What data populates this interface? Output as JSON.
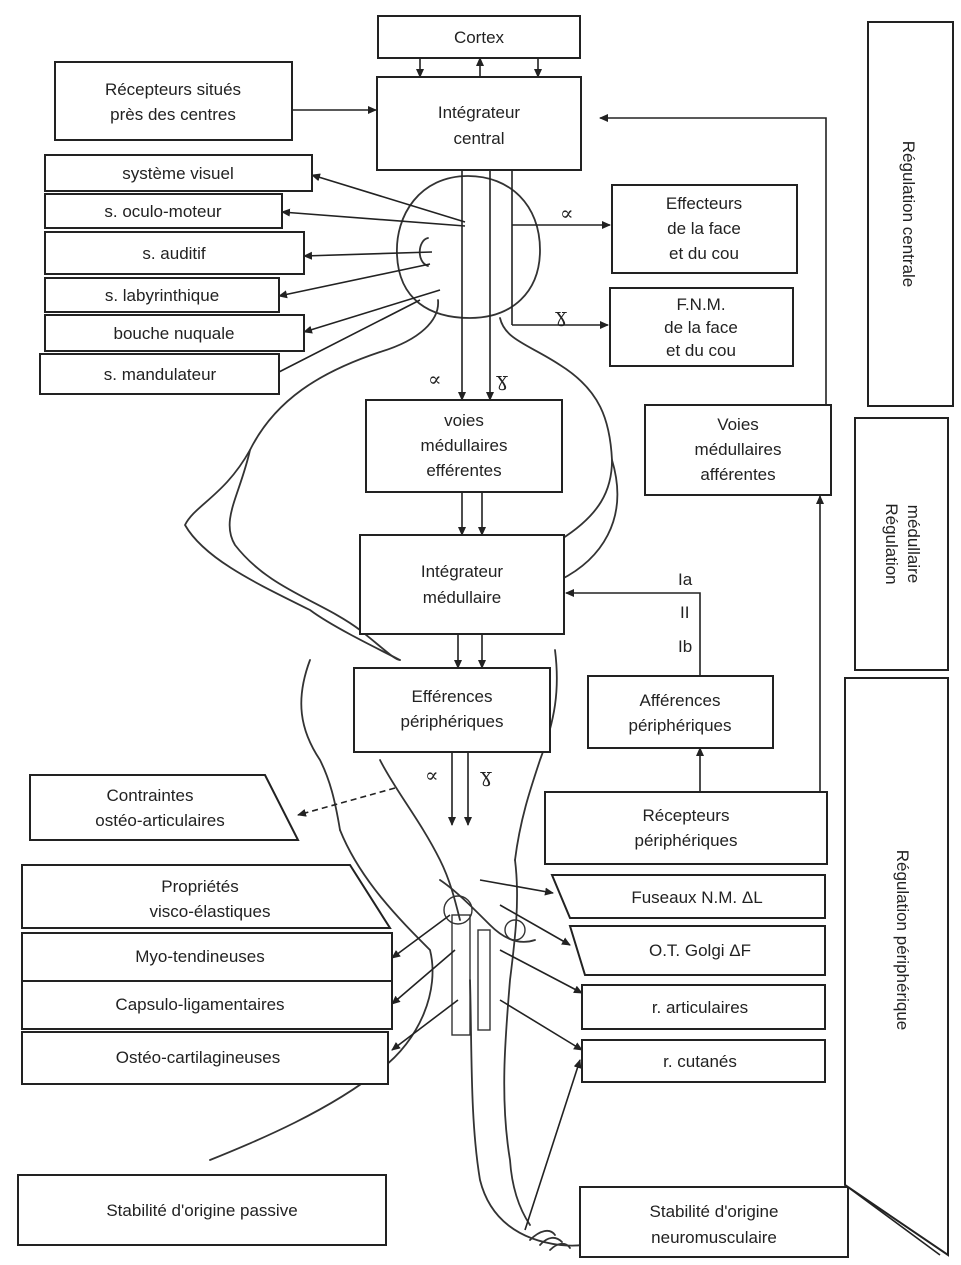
{
  "boxes": {
    "cortex": "Cortex",
    "recepteurs_centres": [
      "Récepteurs situés",
      "près des centres"
    ],
    "integrateur_central": [
      "Intégrateur",
      "central"
    ],
    "systeme_visuel": "système visuel",
    "oculo_moteur": "s. oculo-moteur",
    "auditif": "s. auditif",
    "labyrinthique": "s. labyrinthique",
    "bouche_nuquale": "bouche nuquale",
    "mandulateur": "s. mandulateur",
    "effecteurs_face": [
      "Effecteurs",
      "de la face",
      "et du cou"
    ],
    "fnm_face": [
      "F.N.M.",
      "de la face",
      "et du cou"
    ],
    "voies_efferentes": [
      "voies",
      "médullaires",
      "efférentes"
    ],
    "voies_afferentes": [
      "Voies",
      "médullaires",
      "afférentes"
    ],
    "integrateur_medullaire": [
      "Intégrateur",
      "médullaire"
    ],
    "efferences_peripheriques": [
      "Efférences",
      "périphériques"
    ],
    "afferences_peripheriques": [
      "Afférences",
      "périphériques"
    ],
    "contraintes": [
      "Contraintes",
      "ostéo-articulaires"
    ],
    "recepteurs_peripheriques": [
      "Récepteurs",
      "périphériques"
    ],
    "proprietes": [
      "Propriétés",
      "visco-élastiques"
    ],
    "fuseaux": "Fuseaux N.M. ΔL",
    "myo_tendineuses": "Myo-tendineuses",
    "otgolgi": "O.T. Golgi ΔF",
    "capsulo": "Capsulo-ligamentaires",
    "r_articulaires": "r. articulaires",
    "osteo_cartilagineuses": "Ostéo-cartilagineuses",
    "r_cutanes": "r. cutanés",
    "stabilite_passive": "Stabilité d'origine passive",
    "stabilite_neuro": [
      "Stabilité d'origine",
      "neuromusculaire"
    ]
  },
  "side_labels": {
    "regulation_centrale": "Régulation centrale",
    "regulation_medullaire": [
      "Régulation",
      "médullaire"
    ],
    "regulation_peripherique": "Régulation périphérique"
  },
  "fibers": {
    "alpha": "∝",
    "gamma": "ɣ",
    "ia": "Ia",
    "ii": "II",
    "ib": "Ib"
  }
}
